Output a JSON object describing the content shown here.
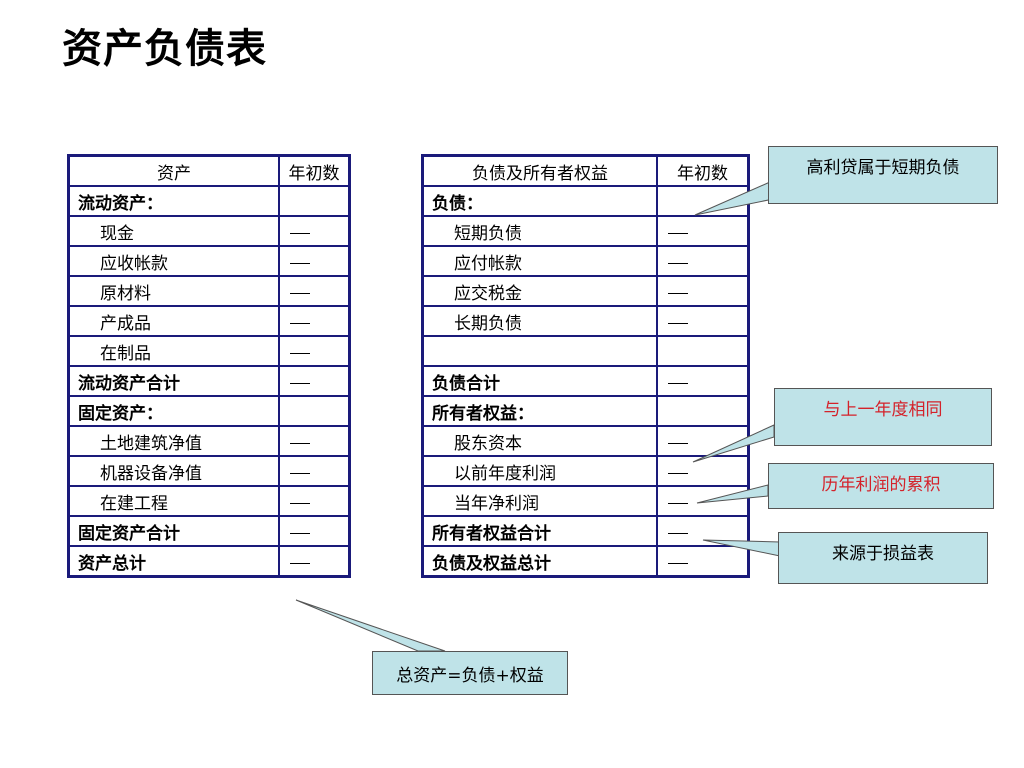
{
  "title": "资产负债表",
  "assets": {
    "header": {
      "name": "资产",
      "value": "年初数"
    },
    "rows": [
      {
        "label": "流动资产：",
        "style": "bold",
        "has_value": false
      },
      {
        "label": "现金",
        "style": "sub",
        "has_value": true
      },
      {
        "label": "应收帐款",
        "style": "sub",
        "has_value": true
      },
      {
        "label": "原材料",
        "style": "sub",
        "has_value": true
      },
      {
        "label": "产成品",
        "style": "sub",
        "has_value": true
      },
      {
        "label": "在制品",
        "style": "sub",
        "has_value": true
      },
      {
        "label": "流动资产合计",
        "style": "bold",
        "has_value": true
      },
      {
        "label": "固定资产：",
        "style": "bold",
        "has_value": false
      },
      {
        "label": "土地建筑净值",
        "style": "sub",
        "has_value": true
      },
      {
        "label": "机器设备净值",
        "style": "sub",
        "has_value": true
      },
      {
        "label": "在建工程",
        "style": "sub",
        "has_value": true
      },
      {
        "label": "固定资产合计",
        "style": "bold",
        "has_value": true
      },
      {
        "label": "资产总计",
        "style": "bold",
        "has_value": true
      }
    ]
  },
  "liabilities": {
    "header": {
      "name": "负债及所有者权益",
      "value": "年初数"
    },
    "rows": [
      {
        "label": "负债：",
        "style": "bold",
        "has_value": false
      },
      {
        "label": "短期负债",
        "style": "sub",
        "has_value": true
      },
      {
        "label": "应付帐款",
        "style": "sub",
        "has_value": true
      },
      {
        "label": "应交税金",
        "style": "sub",
        "has_value": true
      },
      {
        "label": "长期负债",
        "style": "sub",
        "has_value": true
      },
      {
        "label": "",
        "style": "sub",
        "has_value": false
      },
      {
        "label": "负债合计",
        "style": "bold",
        "has_value": true
      },
      {
        "label": "所有者权益：",
        "style": "bold",
        "has_value": false
      },
      {
        "label": "股东资本",
        "style": "sub",
        "has_value": true
      },
      {
        "label": "以前年度利润",
        "style": "sub",
        "has_value": true
      },
      {
        "label": "当年净利润",
        "style": "sub",
        "has_value": true
      },
      {
        "label": "所有者权益合计",
        "style": "bold",
        "has_value": true
      },
      {
        "label": "负债及权益总计",
        "style": "bold",
        "has_value": true
      }
    ]
  },
  "callouts": {
    "short_term_debt": "高利贷属于短期负债",
    "same_as_last_year": "与上一年度相同",
    "accumulated_profit": "历年利润的累积",
    "from_income_statement": "来源于损益表",
    "total_assets": "总资产=负债+权益"
  },
  "colors": {
    "table_border": "#1a1a7a",
    "callout_fill": "#bfe3e8",
    "callout_red_text": "#d4222a"
  }
}
